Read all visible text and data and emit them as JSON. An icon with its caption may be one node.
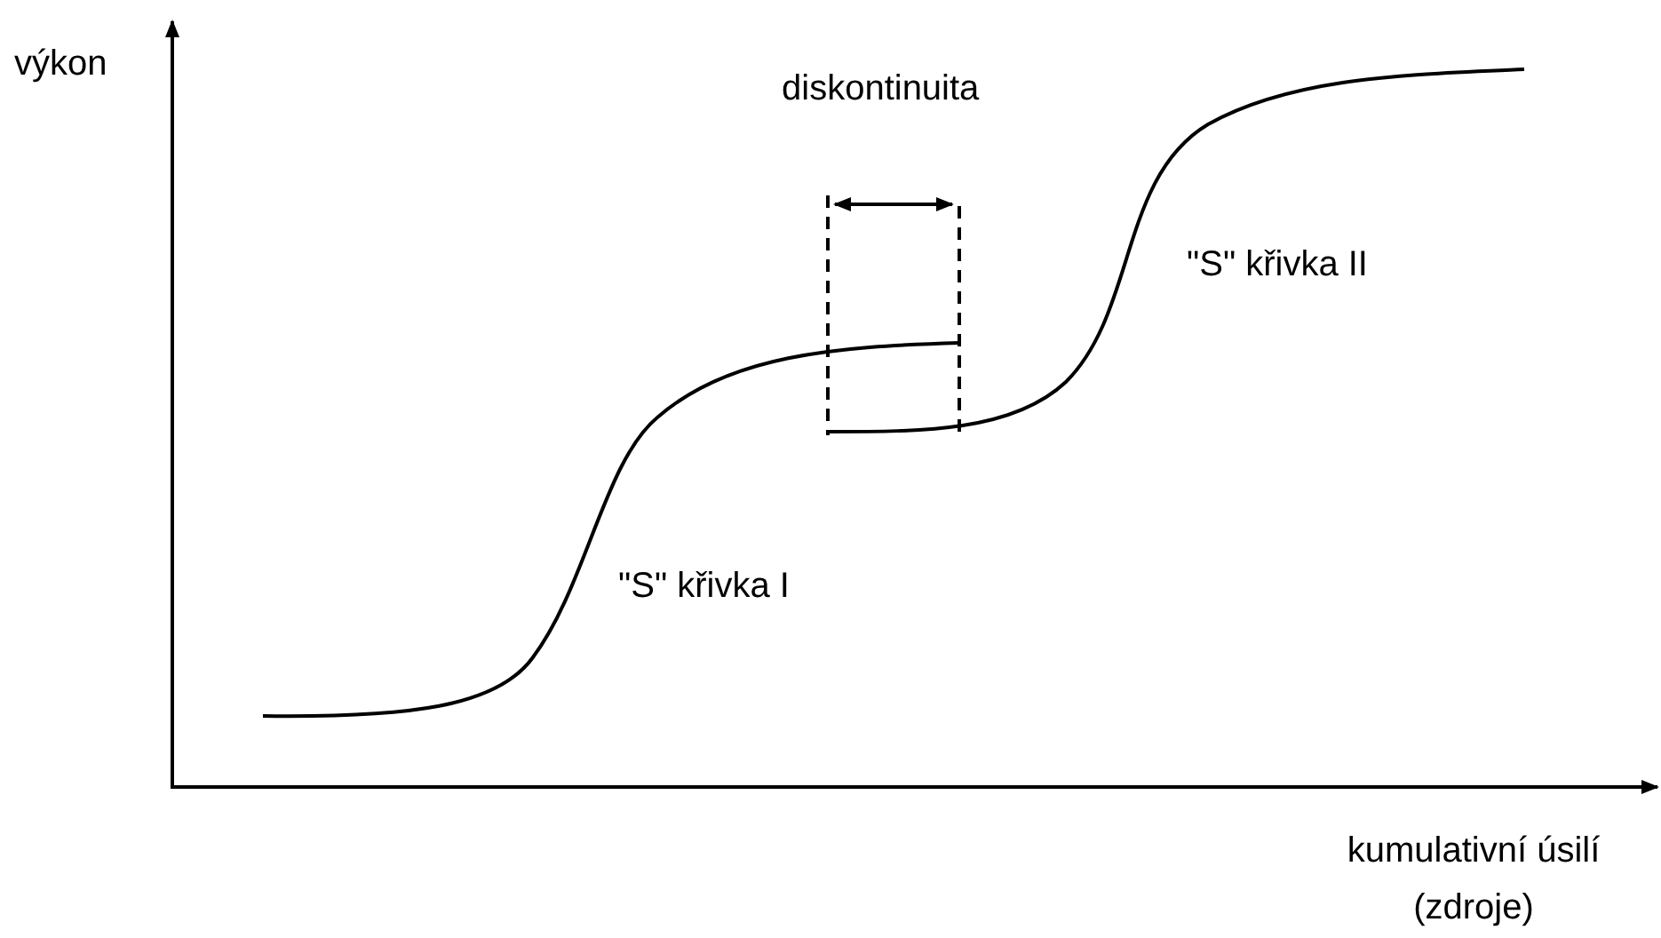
{
  "diagram": {
    "labels": [
      "výkon",
      "diskontinuita",
      "\"S\" křivka II",
      "\"S\" křivka I",
      "kumulativní úsilí (zdroje)"
    ]
  }
}
